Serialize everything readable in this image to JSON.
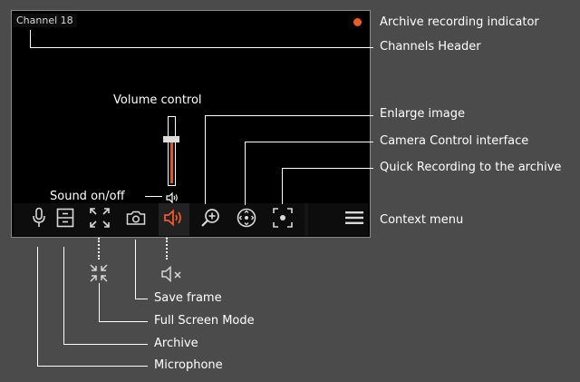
{
  "channel_header": "Channel 18",
  "volume_label": "Volume control",
  "volume_level_percent": 60,
  "sound_label": "Sound on/off",
  "colors": {
    "accent": "#f05a28",
    "background": "#4b4b4b",
    "video": "#000000"
  },
  "toolbar": {
    "buttons": [
      {
        "name": "microphone",
        "icon": "microphone-icon"
      },
      {
        "name": "archive",
        "icon": "archive-icon"
      },
      {
        "name": "fullscreen",
        "icon": "fullscreen-icon"
      },
      {
        "name": "save-frame",
        "icon": "camera-icon"
      },
      {
        "name": "sound",
        "icon": "speaker-icon",
        "active": true
      },
      {
        "name": "enlarge",
        "icon": "zoom-in-icon"
      },
      {
        "name": "camera-control",
        "icon": "ptz-icon"
      },
      {
        "name": "quick-record",
        "icon": "record-focus-icon"
      },
      {
        "name": "context-menu",
        "icon": "hamburger-icon"
      }
    ]
  },
  "callouts": {
    "archive_indicator": "Archive recording indicator",
    "channels_header": "Channels Header",
    "enlarge_image": "Enlarge image",
    "camera_control": "Camera Control interface",
    "quick_recording": "Quick Recording to the archive",
    "context_menu": "Context menu",
    "save_frame": "Save frame",
    "full_screen": "Full Screen Mode",
    "archive": "Archive",
    "microphone": "Microphone"
  }
}
